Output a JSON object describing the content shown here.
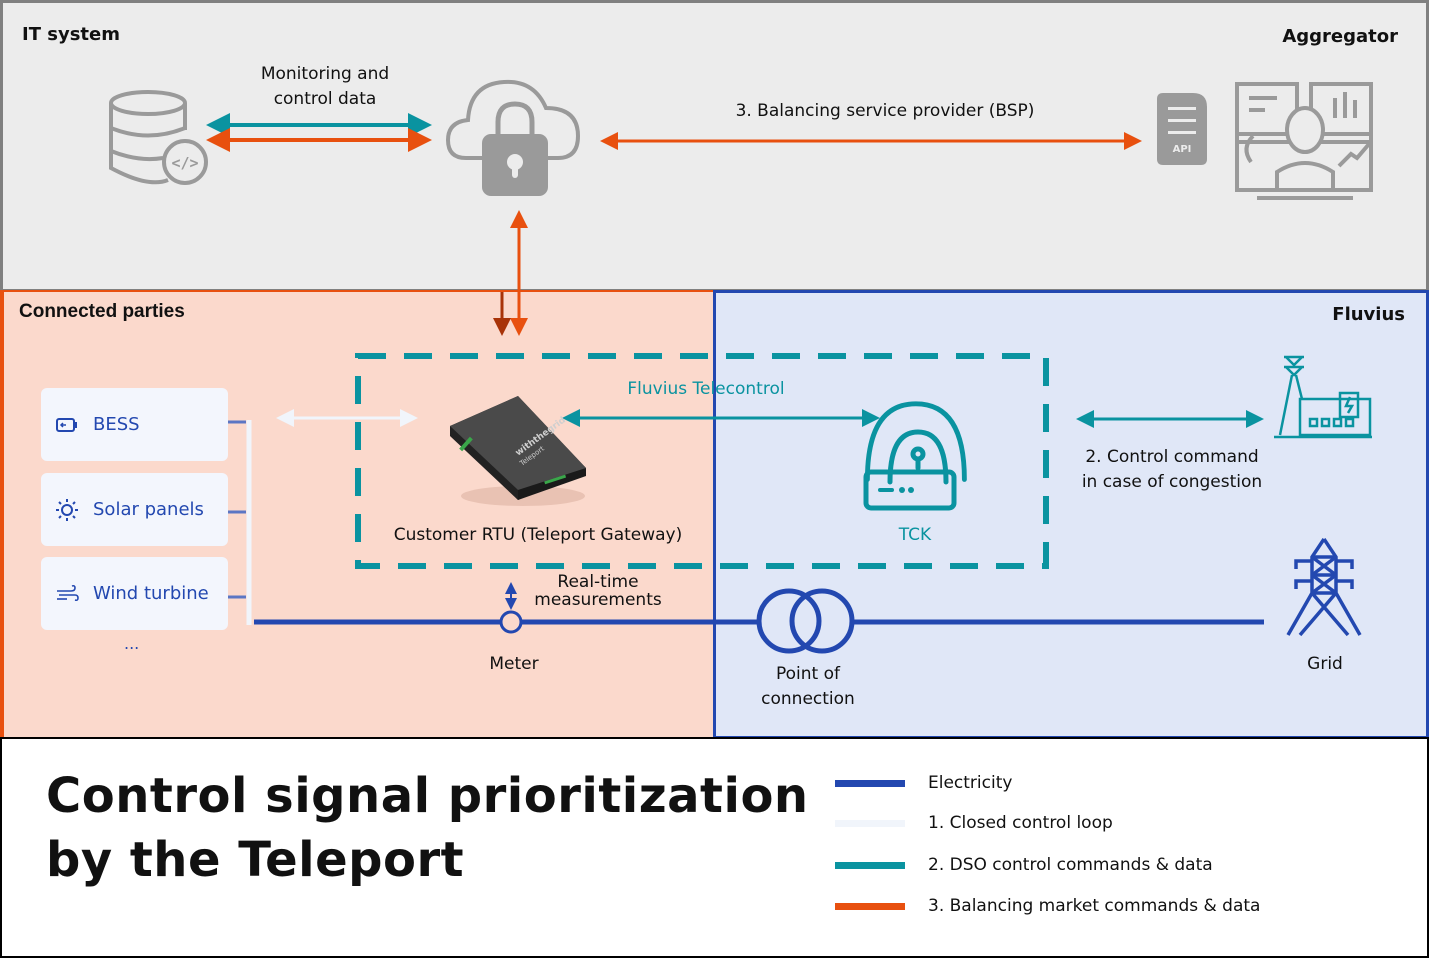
{
  "it_system": {
    "title": "IT system",
    "aggregator_title": "Aggregator",
    "monitoring_label_line1": "Monitoring and",
    "monitoring_label_line2": "control data",
    "bsp_label": "3.  Balancing service provider (BSP)",
    "api_label": "API",
    "icons": [
      "database-code-icon",
      "cloud-lock-icon",
      "api-document-icon",
      "operator-dashboard-icon"
    ]
  },
  "connected_parties": {
    "title": "Connected parties",
    "assets": [
      {
        "label": "BESS",
        "icon": "battery-icon"
      },
      {
        "label": "Solar panels",
        "icon": "sun-icon"
      },
      {
        "label": "Wind turbine",
        "icon": "wind-icon"
      }
    ],
    "more": "...",
    "rtu_label": "Customer RTU (Teleport Gateway)",
    "device_brand": "withthegrid",
    "device_model": "Teleport",
    "realtime_line1": "Real-time",
    "realtime_line2": "measurements",
    "meter_label": "Meter"
  },
  "fluvius": {
    "title": "Fluvius",
    "telecontrol_label": "Fluvius Telecontrol",
    "tck_label": "TCK",
    "control_cmd_line1": "2. Control command",
    "control_cmd_line2": "in case of congestion",
    "poc_line1": "Point of",
    "poc_line2": "connection",
    "grid_label": "Grid"
  },
  "footer": {
    "title_line1": "Control signal prioritization",
    "title_line2": "by the Teleport",
    "legend": [
      {
        "label": "Electricity",
        "color": "#2348b0"
      },
      {
        "label": "1. Closed control loop",
        "color": "#f1f5fb"
      },
      {
        "label": "2. DSO control commands & data",
        "color": "#0a93a0"
      },
      {
        "label": "3. Balancing market commands & data",
        "color": "#e8500f"
      }
    ]
  },
  "colors": {
    "electricity": "#2348b0",
    "closed_loop": "#f1f5fb",
    "dso": "#0a93a0",
    "balancing": "#e8500f",
    "icon_grey": "#9a9a9a"
  }
}
